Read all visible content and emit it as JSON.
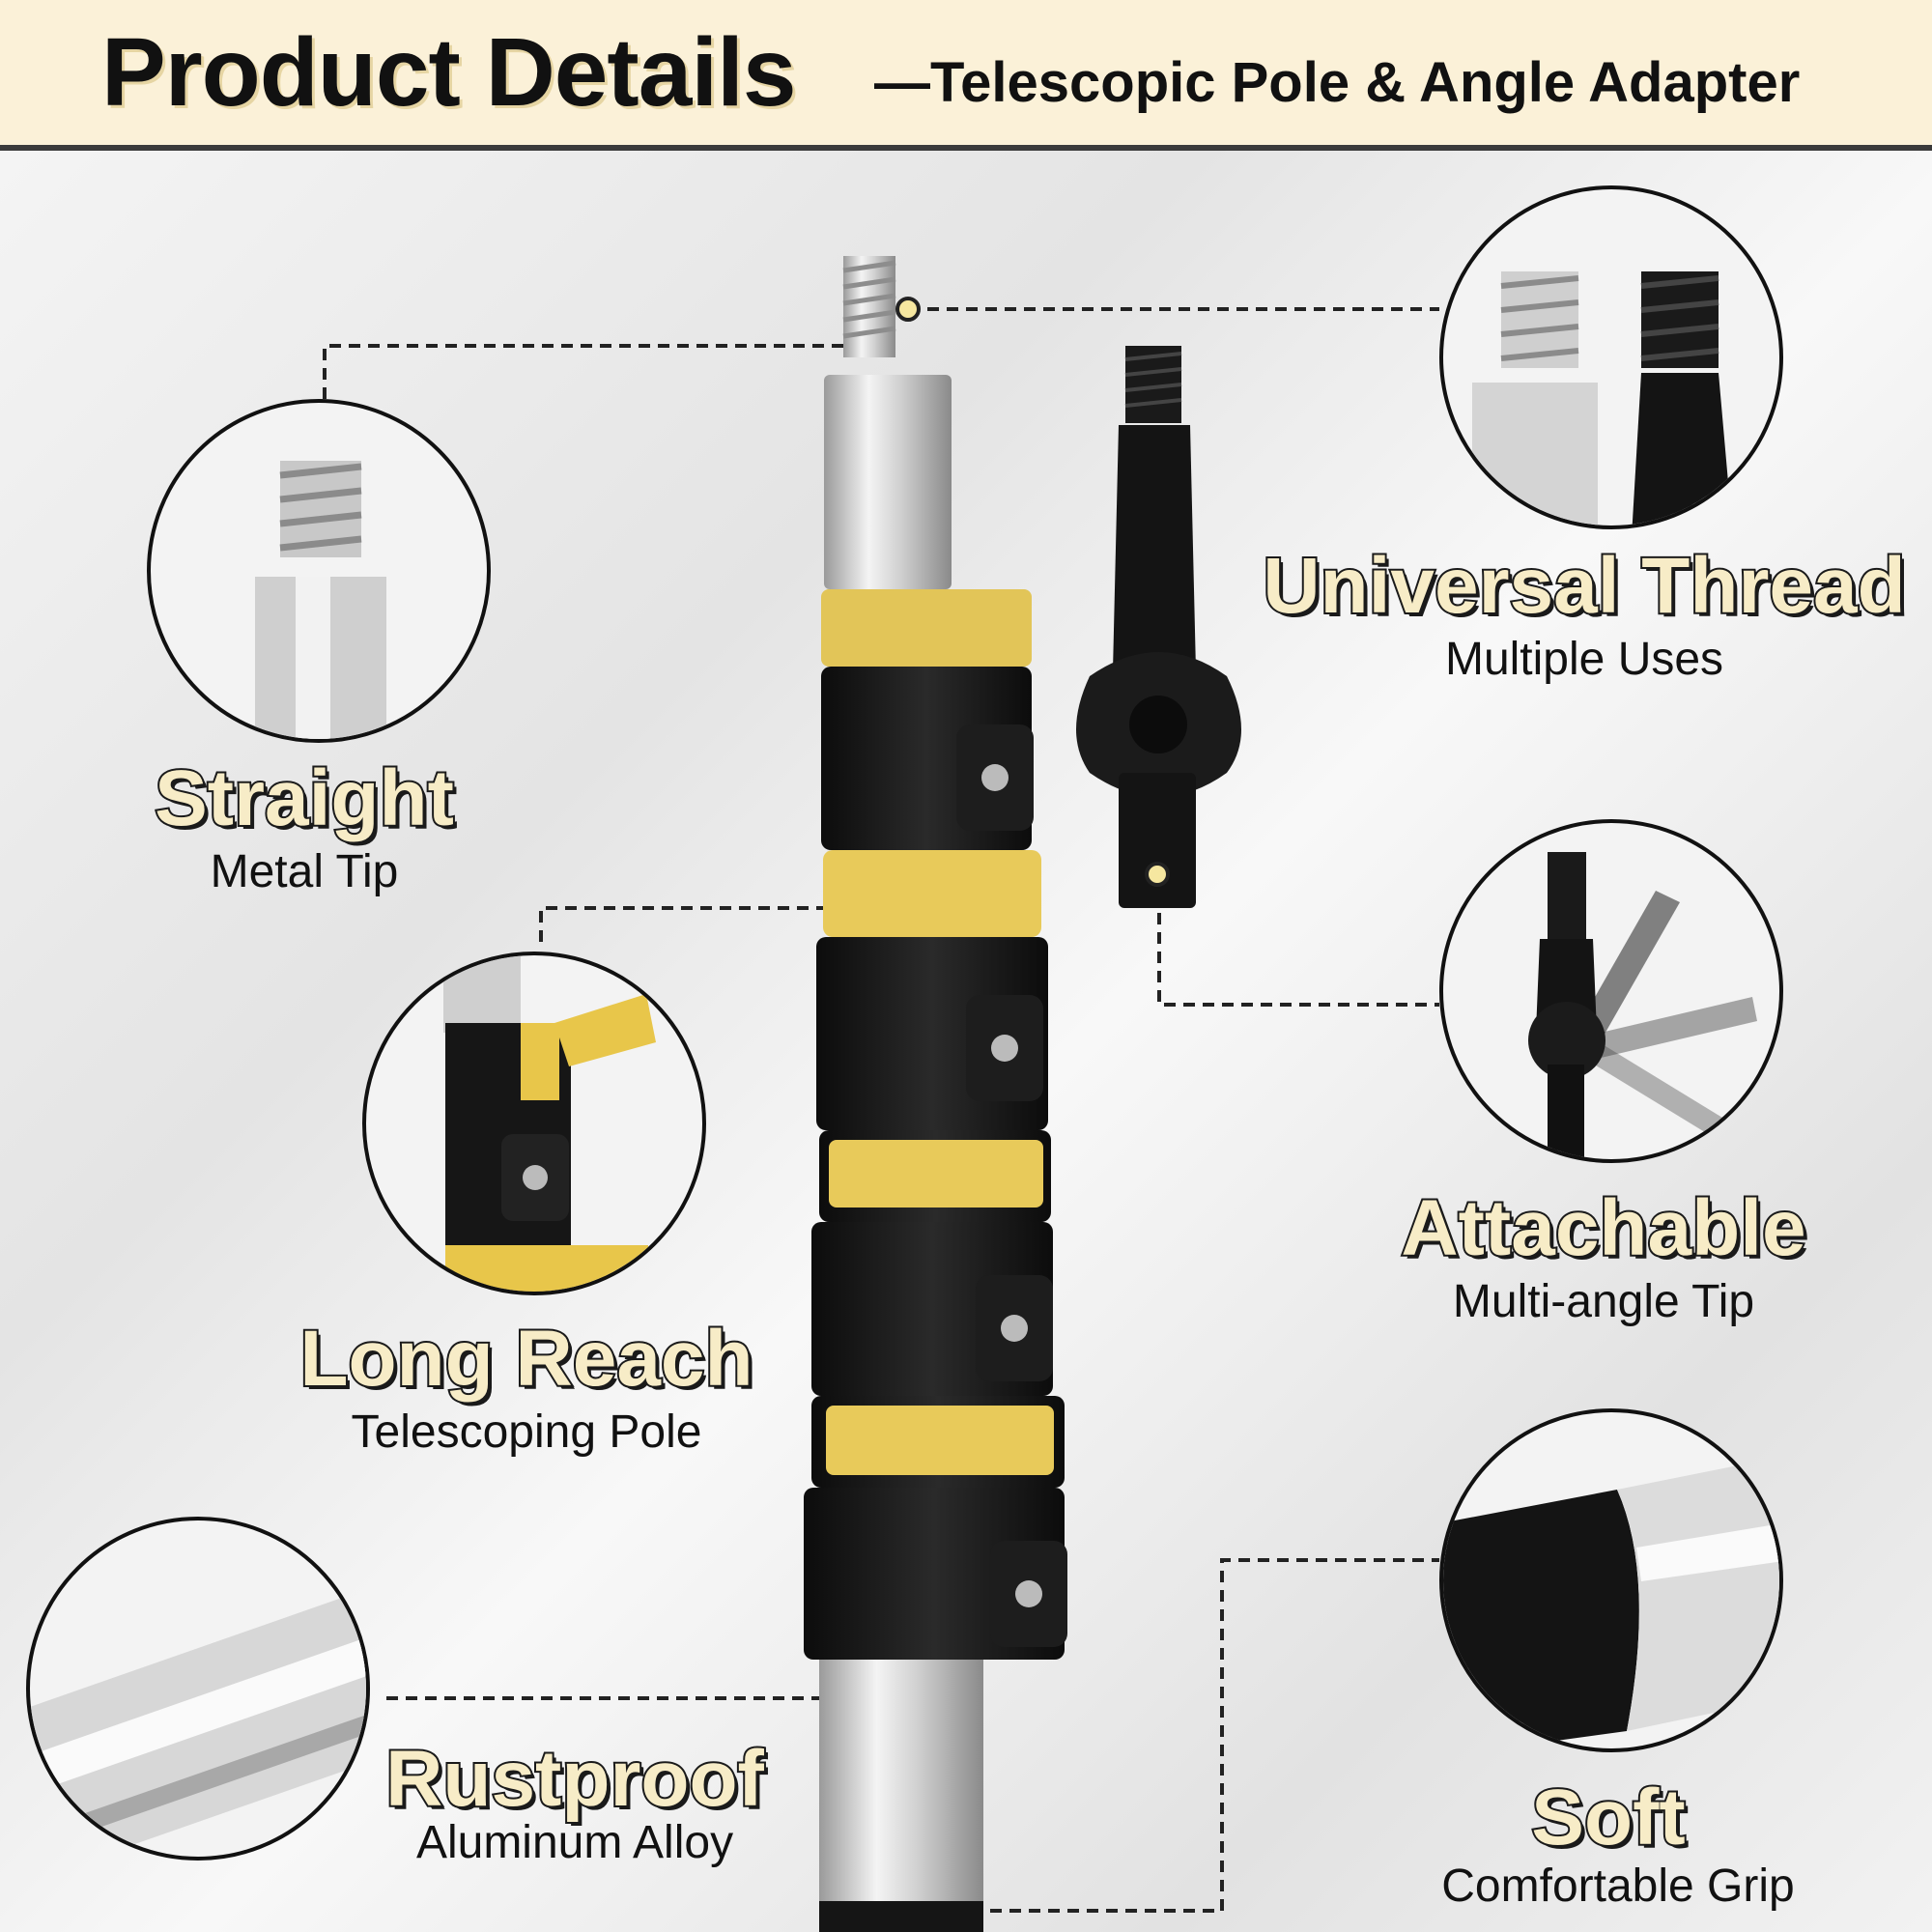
{
  "header": {
    "title": "Product Details",
    "subtitle": "—Telescopic Pole & Angle Adapter"
  },
  "features": {
    "straight": {
      "title": "Straight",
      "subtitle": "Metal Tip"
    },
    "universal": {
      "title": "Universal Thread",
      "subtitle": "Multiple Uses"
    },
    "long_reach": {
      "title": "Long Reach",
      "subtitle": "Telescoping Pole"
    },
    "attachable": {
      "title": "Attachable",
      "subtitle": "Multi-angle Tip"
    },
    "rustproof": {
      "title": "Rustproof",
      "subtitle": "Aluminum Alloy"
    },
    "soft": {
      "title": "Soft",
      "subtitle": "Comfortable Grip"
    }
  },
  "colors": {
    "header_bg": "#fbf1d8",
    "accent_yellow": "#e8c64a",
    "pole_black": "#161616",
    "aluminum": "#c9c9c9"
  }
}
